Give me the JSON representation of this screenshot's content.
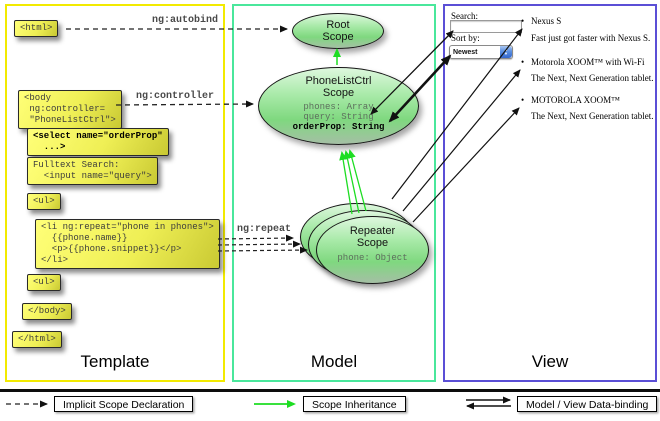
{
  "template_panel": {
    "title": "Template",
    "boxes": {
      "html_open": "<html>",
      "body_open": "<body\n ng:controller=\n \"PhoneListCtrl\">",
      "select": "<select name=\"orderProp\"\n  ...>",
      "fulltext": "Fulltext Search:\n  <input name=\"query\">",
      "ul_open": "<ul>",
      "li_repeat": "<li ng:repeat=\"phone in phones\">\n  {{phone.name}}\n  <p>{{phone.snippet}}</p>\n</li>",
      "ul_close": "<ul>",
      "body_close": "</body>",
      "html_close": "</html>"
    }
  },
  "directive_labels": {
    "autobind": "ng:autobind",
    "controller": "ng:controller",
    "repeat": "ng:repeat"
  },
  "model_panel": {
    "title": "Model",
    "root_scope": {
      "name": "Root\nScope"
    },
    "phonelist_scope": {
      "name": "PhoneListCtrl\nScope",
      "prop_phones": "phones: Array",
      "prop_query": "query: String",
      "prop_orderprop": "orderProp: String"
    },
    "repeater_scope": {
      "name": "Repeater\nScope",
      "prop_phone": "phone: Object"
    }
  },
  "view_panel": {
    "title": "View",
    "search_label": "Search:",
    "search_value": "",
    "sort_label": "Sort by:",
    "sort_selected": "Newest",
    "items": [
      {
        "bullet": "•",
        "title": "Nexus S",
        "desc": "Fast just got faster with Nexus S."
      },
      {
        "bullet": "•",
        "title": "Motorola XOOM™ with Wi-Fi",
        "desc": "The Next, Next Generation tablet."
      },
      {
        "bullet": "•",
        "title": "MOTOROLA XOOM™",
        "desc": "The Next, Next Generation tablet."
      }
    ]
  },
  "legend": {
    "implicit": "Implicit Scope Declaration",
    "inheritance": "Scope Inheritance",
    "databinding": "Model / View Data-binding"
  },
  "colors": {
    "template_border": "#f2ea00",
    "model_border": "#4ae79c",
    "view_border": "#5b4fd6",
    "codebox_yellow": "#efef55",
    "scope_green": "#7fd87f",
    "inheritance_arrow": "#1ddd22",
    "arrow_black": "#111111"
  }
}
